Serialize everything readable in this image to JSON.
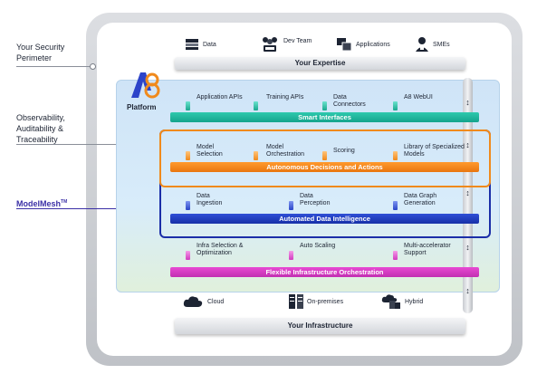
{
  "perimeter": {
    "label": "Your Security Perimeter"
  },
  "observability": {
    "label": "Observability, Auditability & Traceability"
  },
  "modelmesh": {
    "label": "ModelMesh",
    "tm": "TM"
  },
  "expertise": {
    "title": "Your Expertise",
    "items": [
      {
        "label": "Data",
        "icon": "database-icon"
      },
      {
        "label": "Dev Team",
        "icon": "dev-team-icon"
      },
      {
        "label": "Applications",
        "icon": "applications-icon"
      },
      {
        "label": "SMEs",
        "icon": "expert-person-icon"
      }
    ]
  },
  "platform": {
    "logo": "A8",
    "label": "Platform"
  },
  "layers": {
    "smart_interfaces": {
      "title": "Smart Interfaces",
      "color": "#1aab92",
      "items": [
        "Application APIs",
        "Training APIs",
        "Data Connectors",
        "A8 WebUI"
      ]
    },
    "autonomous": {
      "title": "Autonomous Decisions and Actions",
      "color": "#f08a1c",
      "items": [
        "Model Selection",
        "Model Orchestration",
        "Scoring",
        "Library of Specialized Models"
      ]
    },
    "automated": {
      "title": "Automated Data Intelligence",
      "color": "#1f3bbd",
      "items": [
        "Data Ingestion",
        "Data Perception",
        "Data Graph Generation"
      ]
    },
    "infra": {
      "title": "Flexible Infrastructure Orchestration",
      "color": "#d13bbf",
      "items": [
        "Infra Selection & Optimization",
        "Auto Scaling",
        "Multi-accelerator Support"
      ]
    }
  },
  "infrastructure": {
    "title": "Your Infrastructure",
    "items": [
      {
        "label": "Cloud",
        "icon": "cloud-icon"
      },
      {
        "label": "On-premises",
        "icon": "server-rack-icon"
      },
      {
        "label": "Hybrid",
        "icon": "hybrid-cloud-icon"
      }
    ]
  }
}
